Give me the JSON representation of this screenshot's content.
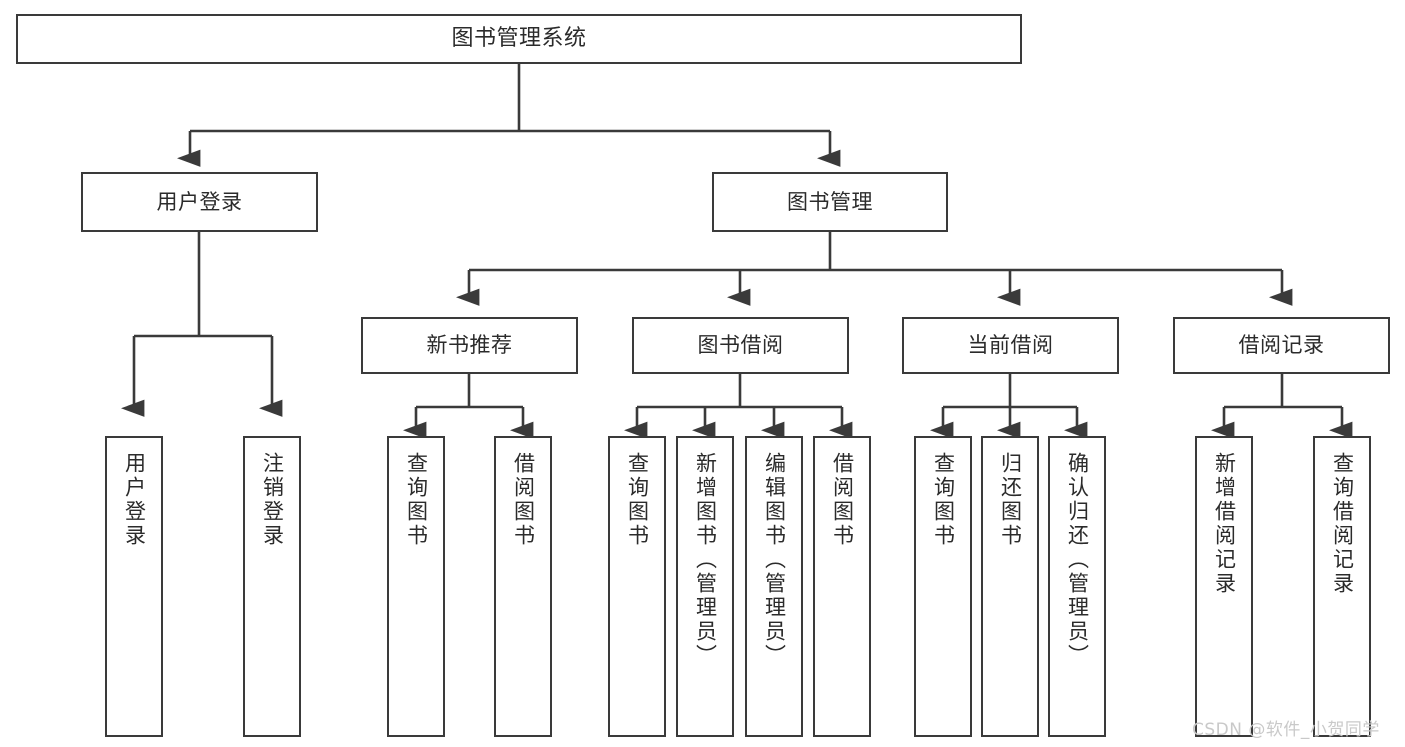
{
  "diagram": {
    "title": "图书管理系统",
    "type": "tree-hierarchy-diagram",
    "background_color": "#ffffff",
    "line_color": "#3a3a3a",
    "text_color": "#2b2b2b",
    "nodes": {
      "root": {
        "label": "图书管理系统"
      },
      "level2": [
        {
          "label": "用户登录"
        },
        {
          "label": "图书管理"
        }
      ],
      "level3": [
        {
          "label": "新书推荐"
        },
        {
          "label": "图书借阅"
        },
        {
          "label": "当前借阅"
        },
        {
          "label": "借阅记录"
        }
      ],
      "leaves": {
        "user_login": [
          {
            "label": "用户登录"
          },
          {
            "label": "注销登录"
          }
        ],
        "new_book": [
          {
            "label": "查询图书"
          },
          {
            "label": "借阅图书"
          }
        ],
        "book_borrow": [
          {
            "label": "查询图书"
          },
          {
            "label": "新增图书（管理员）"
          },
          {
            "label": "编辑图书（管理员）"
          },
          {
            "label": "借阅图书"
          }
        ],
        "current_borrow": [
          {
            "label": "查询图书"
          },
          {
            "label": "归还图书"
          },
          {
            "label": "确认归还（管理员）"
          }
        ],
        "borrow_record": [
          {
            "label": "新增借阅记录"
          },
          {
            "label": "查询借阅记录"
          }
        ]
      }
    },
    "watermark": "CSDN @软件_小贺同学"
  }
}
